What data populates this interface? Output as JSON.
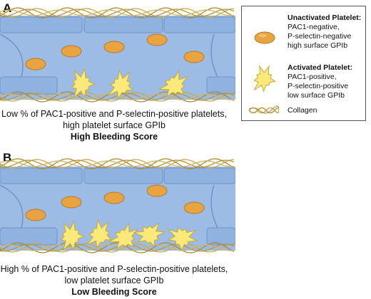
{
  "panels": [
    {
      "letter": "A",
      "caption_line1": "Low % of PAC1-positive and P-selectin-positive platelets,",
      "caption_line2": "high platelet surface GPIb",
      "score": "High Bleeding Score"
    },
    {
      "letter": "B",
      "caption_line1": "High % of PAC1-positive and P-selectin-positive platelets,",
      "caption_line2": "low platelet surface GPIb",
      "score": "Low Bleeding Score"
    }
  ],
  "legend": {
    "unactivated": {
      "title": "Unactivated Platelet:",
      "line1": "PAC1-negative,",
      "line2": "P-selectin-negative",
      "line3": "high surface GPIb"
    },
    "activated": {
      "title": "Activated Platelet:",
      "line1": "PAC1-positive,",
      "line2": "P-selectin-positive",
      "line3": "low surface GPIb"
    },
    "collagen": "Collagen"
  },
  "colors": {
    "vessel": "#9cbce6",
    "vessel_dark": "#6f95c8",
    "platelet_unactivated": "#e8a440",
    "platelet_activated": "#fbe97a",
    "collagen": "#c9a84a"
  }
}
